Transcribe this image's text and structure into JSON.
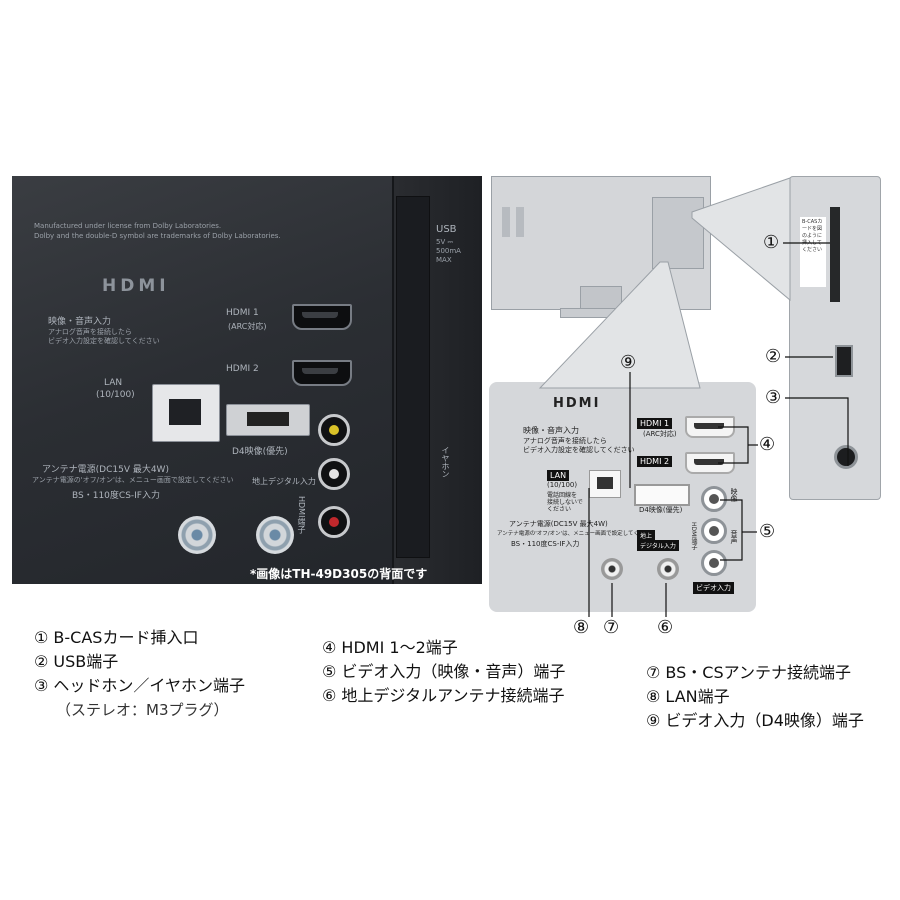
{
  "photo": {
    "dolby_notice_1": "Manufactured under license from Dolby Laboratories.",
    "dolby_notice_2": "Dolby and the double-D symbol are trademarks of Dolby Laboratories.",
    "hdmi_logo": "HDMI",
    "hdmi1_label": "HDMI 1",
    "hdmi1_sub": "(ARC対応)",
    "hdmi2_label": "HDMI 2",
    "av_title": "映像・音声入力",
    "av_note_1": "アナログ音声を接続したら",
    "av_note_2": "ビデオ入力設定を確認してください",
    "lan_label": "LAN",
    "lan_sub": "(10/100)",
    "d4_label": "D4映像(優先)",
    "antenna_power": "アンテナ電源(DC15V 最大4W)",
    "antenna_note": "アンテナ電源の'オフ/オン'は、メニュー画面で設定してください",
    "bs_label": "BS・110度CS-IF入力",
    "terrestrial_label": "地上デジタル入力",
    "hdmi_video_label": "HDMI端子",
    "usb_label": "USB",
    "usb_spec": "5V ⎓ 500mA MAX",
    "earphone_label": "イヤホン",
    "caption": "*画像はTH-49D305の背面です"
  },
  "side": {
    "bcas_text": "B-CASカードを図のように挿入してください"
  },
  "zoom": {
    "hdmi_logo": "HDMI",
    "hdmi1": "HDMI 1",
    "hdmi1_sub": "(ARC対応)",
    "hdmi2": "HDMI 2",
    "av_title": "映像・音声入力",
    "av_note_1": "アナログ音声を接続したら",
    "av_note_2": "ビデオ入力設定を確認してください",
    "lan": "LAN",
    "lan_sub": "(10/100)",
    "lan_note_1": "電話回線を",
    "lan_note_2": "接続しないで",
    "lan_note_3": "ください",
    "d4": "D4映像(優先)",
    "antenna_power": "アンテナ電源(DC15V 最大4W)",
    "antenna_note": "アンテナ電源の'オフ/オン'は、メニュー画面で設定してください",
    "bs": "BS・110度CS-IF入力",
    "terrestrial_1": "地上",
    "terrestrial_2": "デジタル入力",
    "video_in": "ビデオ入力",
    "hdmi_video": "HDMI端子",
    "audio_label": "音声",
    "video_label": "映像"
  },
  "callouts": [
    "①",
    "②",
    "③",
    "④",
    "⑤",
    "⑥",
    "⑦",
    "⑧",
    "⑨"
  ],
  "legend": {
    "col1": [
      "① B-CASカード挿入口",
      "② USB端子",
      "③ ヘッドホン／イヤホン端子",
      "（ステレオ：M3プラグ）"
    ],
    "col2": [
      "④ HDMI 1〜2端子",
      "⑤ ビデオ入力（映像・音声）端子",
      "⑥ 地上デジタルアンテナ接続端子"
    ],
    "col3": [
      "⑦ BS・CSアンテナ接続端子",
      "⑧ LAN端子",
      "⑨ ビデオ入力（D4映像）端子"
    ]
  }
}
